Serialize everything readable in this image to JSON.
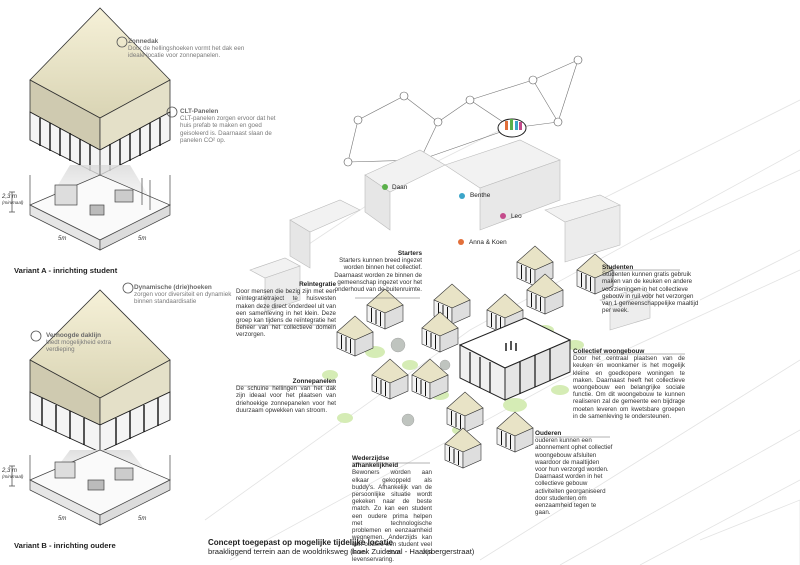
{
  "left": {
    "zonnedak": {
      "title": "Zonnedak",
      "body": "Door de hellingshoeken vormt het dak een ideale locatie voor zonnepanelen."
    },
    "clt": {
      "title": "CLT-Panelen",
      "body": "CLT-panelen zorgen ervoor dat het huis prefab te maken en goed geisoleerd is. Daarnaast slaan de panelen CO² op."
    },
    "variant_a": "Variant A - inrichting student",
    "dyn": {
      "title": "Dynamische (drie)hoeken",
      "body": "zorgen voor diversiteit en dynamiek binnen standaardisatie"
    },
    "verh": {
      "title": "Verhoogde daklijn",
      "body": "biedt mogelijkheid extra verdieping"
    },
    "variant_b": "Variant B - inrichting oudere",
    "dim_h_a": "2,3 m",
    "dim_h_a_sub": "(minimaal)",
    "dim_w1_a": "5m",
    "dim_w2_a": "5m",
    "dim_h_b": "2,3 m",
    "dim_h_b_sub": "(minimaal)",
    "dim_w1_b": "5m",
    "dim_w2_b": "5m"
  },
  "people": [
    "Daan",
    "Benthe",
    "Leo",
    "Anna & Koen"
  ],
  "annotations": {
    "starters": {
      "title": "Starters",
      "body": "Starters kunnen breed ingezet worden binnen het collectief. Daarnaast worden ze binnen de gemeenschap ingezet voor het onderhoud van de buitenruimte."
    },
    "reintegratie": {
      "title": "Reïntegratie",
      "body": "Door mensen die bezig zijn met een reïntegratietraject te huisvesten maken deze direct onderdeel uit van een samenleving in het klein. Deze groep kan tijdens de reïntegratie het beheer van het collectieve domein verzorgen."
    },
    "studenten": {
      "title": "Studenten",
      "body": "Studenten kunnen gratis gebruik maken van de keuken en andere voorzieningen in het collectieve gebouw in ruil voor het verzorgen van 1 gemeenschappelijke maaltijd per week."
    },
    "collectief": {
      "title": "Collectief woongebouw",
      "body": "Door het centraal plaatsen van de keuken en woonkamer is het mogelijk kleine en goedkopere woningen te maken. Daarnaast heeft het collectieve woongebouw een belangrijke sociale functie. Om dit woongebouw te kunnen realiseren zal de gemeente een bijdrage moeten leveren om kwetsbare groepen in de samenleving te ondersteunen."
    },
    "zonnepanelen": {
      "title": "Zonnepanelen",
      "body": "De schuine hellingen van het dak zijn ideaal voor het plaatsen van driehoekige zonnepanelen voor het duurzaam opwekken van stroom."
    },
    "wederzijds": {
      "title": "Wederzijdse afhankelijkheid",
      "body": "Bewoners worden aan elkaar gekoppeld als buddy's. Afhankelijk van de persoonlijke situatie wordt gekeken naar de beste match. Zo kan een student een oudere prima helpen met technologische problemen en eenzaamheid wegnemen. Anderzijds kan een oudere een student veel leren door zijn levenservaring."
    },
    "ouderen": {
      "title": "Ouderen",
      "body": "ouderen kunnen een abonnement ophet collectief woongebouw afsluiten waardoor de maaltijden voor hun verzorgd worden. Daarnaast worden in het collectieve gebouw activiteiten georganiseerd door studenten om eenzaamheid tegen te gaan."
    }
  },
  "caption": {
    "title": "Concept toegepast op mogelijke tijdelijke locatie",
    "subtitle": "braakliggend terrein aan de wooldriksweg (hoek Zuiderval - Haaksbergerstraat)"
  }
}
